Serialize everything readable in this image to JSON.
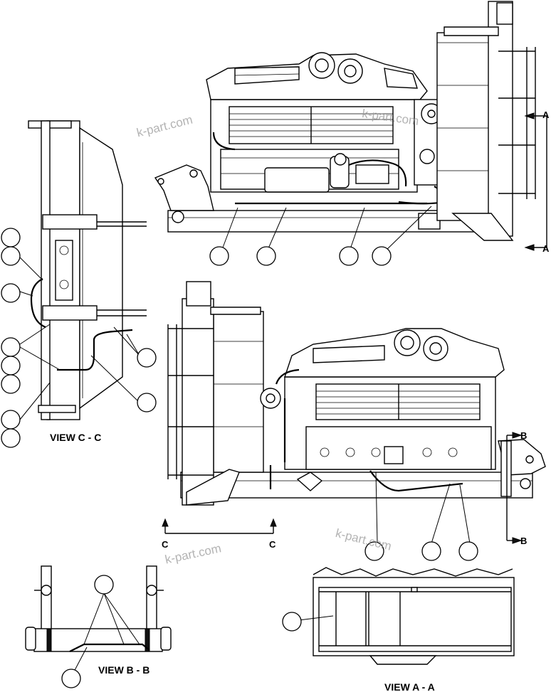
{
  "views": {
    "c": "VIEW C - C",
    "b": "VIEW B - B",
    "a": "VIEW A - A"
  },
  "section_markers": {
    "a_top": "A",
    "a_bottom": "A",
    "b_top": "B",
    "b_bottom": "B",
    "c_left": "C",
    "c_right": "C"
  },
  "watermarks": [
    "k-part.com",
    "k-part.com",
    "k-part.com",
    "k-part.com"
  ],
  "colors": {
    "line": "#000000",
    "background": "#ffffff",
    "watermark": "#9a9a9a"
  }
}
